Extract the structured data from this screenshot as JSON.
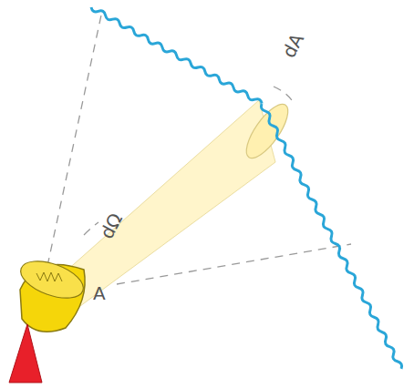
{
  "diagram": {
    "labels": [
      "dA",
      "dΩ",
      "A"
    ]
  }
}
